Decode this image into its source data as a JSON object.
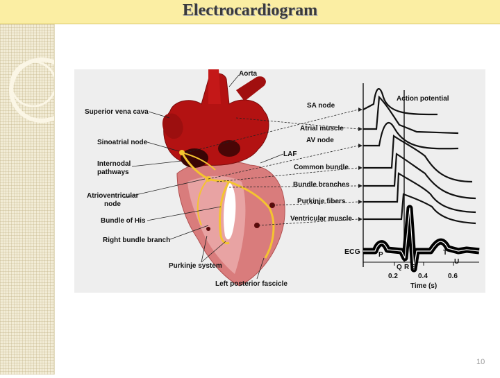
{
  "slide": {
    "title": "Electrocardiogram",
    "page_number": "10"
  },
  "diagram": {
    "left_labels": {
      "superior_vena_cava": "Superior vena cava",
      "sinoatrial_node": "Sinoatrial node",
      "internodal_1": "Internodal",
      "internodal_2": "pathways",
      "av_node_1": "Atrioventricular",
      "av_node_2": "node",
      "bundle_of_his": "Bundle of His",
      "right_bundle_branch": "Right bundle branch"
    },
    "bottom_labels": {
      "purkinje_system": "Purkinje system",
      "left_posterior_fascicle": "Left posterior fascicle"
    },
    "top_labels": {
      "aorta": "Aorta",
      "laf": "LAF"
    },
    "right_labels": {
      "sa_node": "SA node",
      "atrial_muscle": "Atrial muscle",
      "av_node": "AV node",
      "common_bundle": "Common bundle",
      "bundle_branches": "Bundle branches",
      "purkinje_fibers": "Purkinje fibers",
      "ventricular_muscle": "Ventricular muscle"
    },
    "plot": {
      "action_potential": "Action potential",
      "ecg": "ECG",
      "wave_p": "P",
      "wave_t": "T",
      "wave_u": "U",
      "wave_q": "Q",
      "wave_r": "R",
      "wave_s": "S",
      "tick_1": "0.2",
      "tick_2": "0.4",
      "tick_3": "0.6",
      "x_axis_label": "Time (s)"
    }
  }
}
